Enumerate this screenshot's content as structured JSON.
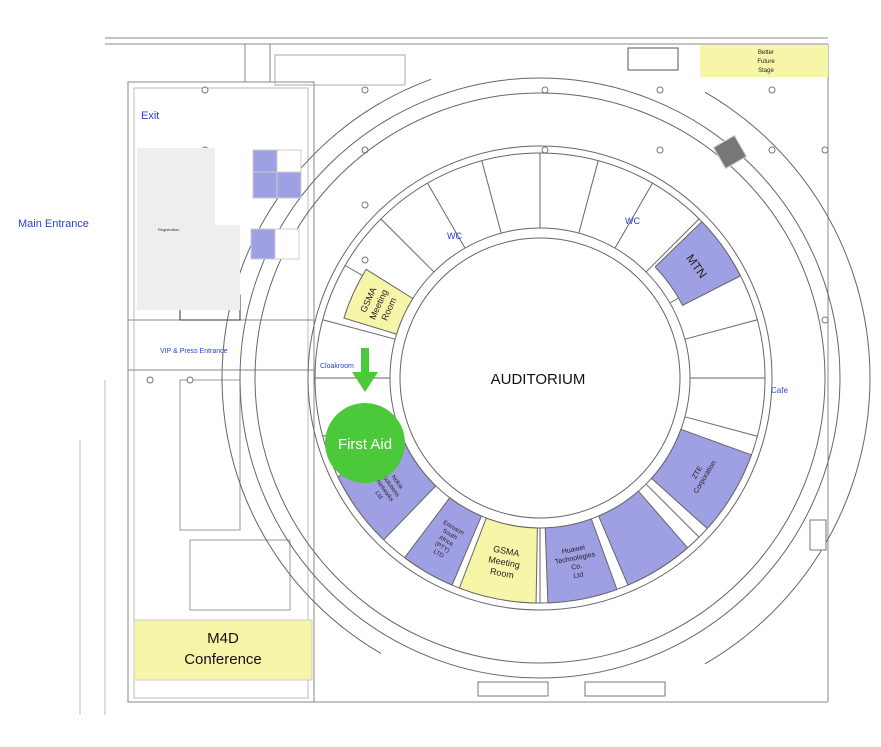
{
  "labels": {
    "main_entrance": "Main Entrance",
    "exit": "Exit",
    "vip_entrance": "VIP & Press Entrance",
    "registration": "Registration",
    "cloakroom": "Cloakroom",
    "wc_left": "WC",
    "wc_right": "WC",
    "cafe": "Cafe",
    "auditorium": "AUDITORIUM",
    "first_aid": "First Aid",
    "m4d_line1": "M4D",
    "m4d_line2": "Conference",
    "stage_line1": "Better",
    "stage_line2": "Future",
    "stage_line3": "Stage"
  },
  "rooms": [
    {
      "id": "gsma-small",
      "lines": [
        "GSMA",
        "Meeting",
        "Room"
      ],
      "color": "#f7f5a8"
    },
    {
      "id": "mtn",
      "lines": [
        "MTN"
      ],
      "color": "#9f9fe3"
    },
    {
      "id": "zte",
      "lines": [
        "ZTE",
        "Corporation"
      ],
      "color": "#9f9fe3"
    },
    {
      "id": "exhibitor",
      "lines": [],
      "color": "#9f9fe3"
    },
    {
      "id": "huawei",
      "lines": [
        "Huawei",
        "Technologies",
        "Co.",
        "Ltd"
      ],
      "color": "#9f9fe3"
    },
    {
      "id": "gsma-large",
      "lines": [
        "GSMA",
        "Meeting",
        "Room"
      ],
      "color": "#f7f5a8"
    },
    {
      "id": "ericsson",
      "lines": [
        "Ericsson",
        "South",
        "Africa",
        "(PTY)",
        "LTD"
      ],
      "color": "#9f9fe3"
    },
    {
      "id": "nokia",
      "lines": [
        "Nokia",
        "Solutions",
        "Networks",
        "Ltd"
      ],
      "color": "#9f9fe3"
    }
  ],
  "colors": {
    "label_blue": "#2a3fd6",
    "first_aid_green": "#4cc93a",
    "booth_purple": "#9f9fe3",
    "meeting_yellow": "#f7f5a8"
  }
}
